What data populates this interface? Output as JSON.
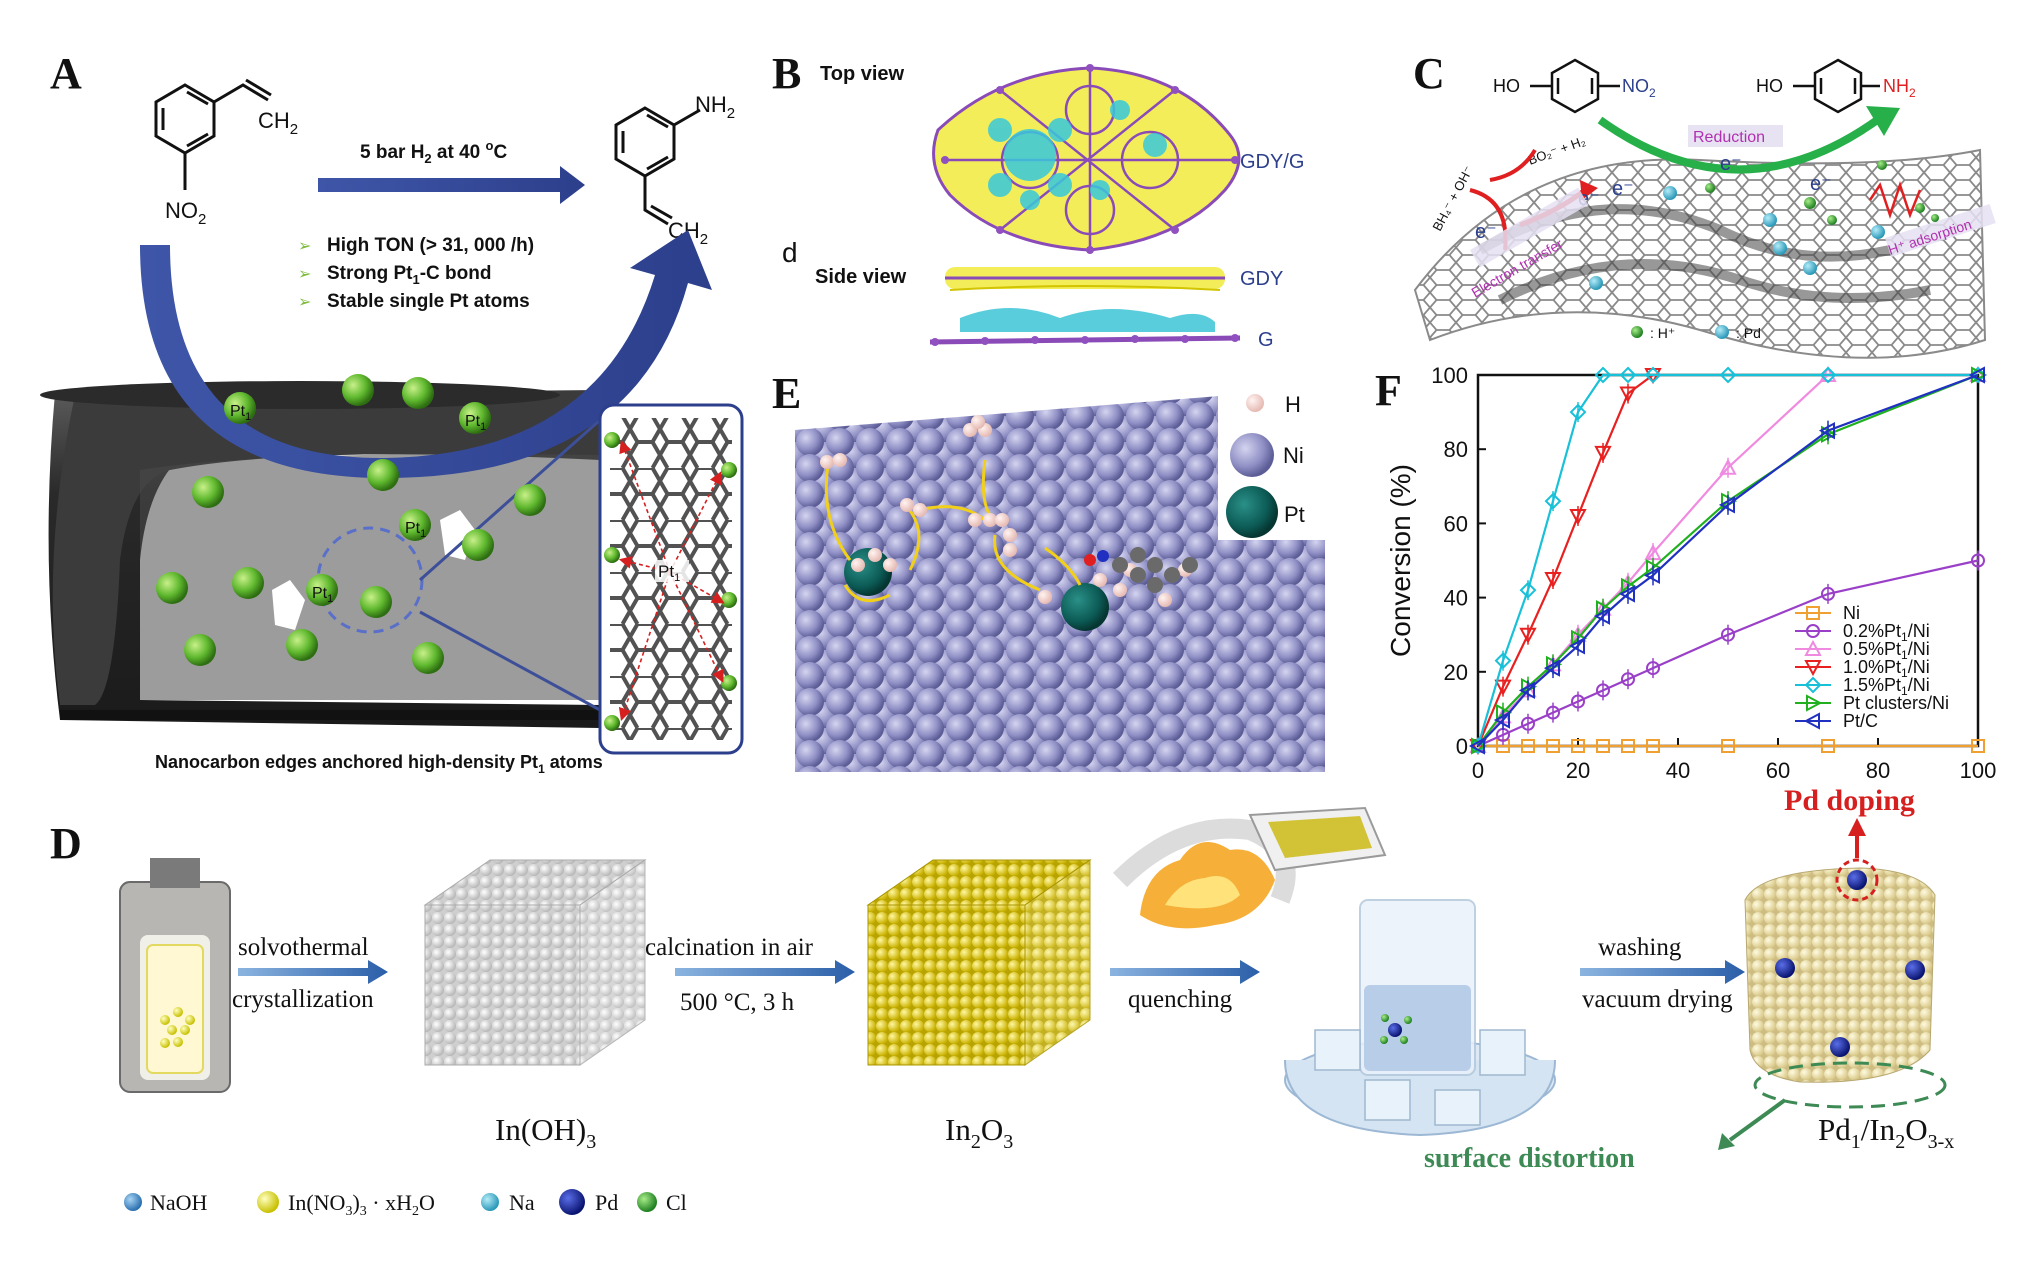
{
  "panels": {
    "A": {
      "letter": "A",
      "reactant_sub1": "CH",
      "reactant_sub1_idx": "2",
      "reactant_sub2": "NO",
      "reactant_sub2_idx": "2",
      "conditions_main": "5 bar H",
      "conditions_idx": "2",
      "conditions_tail": " at 40 ",
      "conditions_unit_sup": "o",
      "conditions_unit": "C",
      "product_sub1": "NH",
      "product_sub1_idx": "2",
      "product_sub2": "CH",
      "product_sub2_idx": "2",
      "bullets": [
        {
          "pre": "High TON (> 31, 000 /h)",
          "sub": "",
          "post": ""
        },
        {
          "pre": "Strong Pt",
          "sub": "1",
          "post": "-C bond"
        },
        {
          "pre": "Stable single Pt atoms",
          "sub": "",
          "post": ""
        }
      ],
      "pt_label": "Pt",
      "pt_label_idx": "1",
      "caption_pre": "Nanocarbon edges anchored high-density Pt",
      "caption_idx": "1",
      "caption_post": " atoms"
    },
    "B": {
      "letter": "B",
      "top_view": "Top view",
      "side_view": "Side view",
      "d_label": "d",
      "gdy_g": "GDY/G",
      "gdy": "GDY",
      "g": "G"
    },
    "C": {
      "letter": "C",
      "reactant_ho": "HO",
      "reactant_group": "NO",
      "reactant_idx": "2",
      "product_ho": "HO",
      "product_group": "NH",
      "product_idx": "2",
      "reduction": "Reduction",
      "electron_transfer": "Electron transfer",
      "h_adsorption": "H⁺ adsorption",
      "bh4": "BH₄⁻ + OH⁻",
      "bo2": "BO₂⁻ + H₂",
      "electron": "e⁻",
      "legend_h": ": H⁺",
      "legend_pd": ": Pd"
    },
    "D": {
      "letter": "D",
      "step1_line1": "solvothermal",
      "step1_line2": "crystallization",
      "step2_line1": "calcination in air",
      "step2_line2": "500 °C, 3 h",
      "step3": "quenching",
      "step4_line1": "washing",
      "step4_line2": "vacuum drying",
      "inoh3_pre": "In(OH)",
      "inoh3_idx": "3",
      "in2o3_pre": "In",
      "in2o3_idx1": "2",
      "in2o3_mid": "O",
      "in2o3_idx2": "3",
      "product_pre": "Pd",
      "product_idx1": "1",
      "product_mid": "/In",
      "product_idx2": "2",
      "product_mid2": "O",
      "product_idx3": "3-x",
      "pd_doping": "Pd doping",
      "surface_distortion": "surface distortion",
      "legend": [
        {
          "label": "NaOH",
          "color": "#3f8fd0"
        },
        {
          "label": "In(NO3)3 · xH2O",
          "color": "#e3de2a"
        },
        {
          "label": "Na",
          "color": "#4fb7d4"
        },
        {
          "label": "Pd",
          "color": "#12209a"
        },
        {
          "label": "Cl",
          "color": "#32a83a"
        }
      ],
      "legend_in_pre": "In(NO",
      "legend_in_idx1": "3",
      "legend_in_mid": ")",
      "legend_in_idx2": "3",
      "legend_in_post": " · xH",
      "legend_in_idx3": "2",
      "legend_in_end": "O"
    },
    "E": {
      "letter": "E",
      "legend": [
        {
          "label": "H",
          "color": "#f3d4cf"
        },
        {
          "label": "Ni",
          "color": "#9c9ccf"
        },
        {
          "label": "Pt",
          "color": "#0c5a55"
        }
      ]
    },
    "F": {
      "letter": "F"
    }
  },
  "chart_data": {
    "type": "line",
    "ylabel": "Conversion (%)",
    "xlabel": "",
    "xlim": [
      0,
      100
    ],
    "ylim": [
      0,
      100
    ],
    "xticks": [
      0,
      20,
      40,
      60,
      80,
      100
    ],
    "yticks": [
      0,
      20,
      40,
      60,
      80,
      100
    ],
    "legend_position": "bottom-right",
    "series": [
      {
        "name": "Ni",
        "label_pre": "Ni",
        "label_sub": "",
        "label_post": "",
        "color": "#f0a030",
        "marker": "square",
        "x": [
          0,
          5,
          10,
          15,
          20,
          25,
          30,
          35,
          50,
          70,
          100
        ],
        "y": [
          0,
          0,
          0,
          0,
          0,
          0,
          0,
          0,
          0,
          0,
          0
        ]
      },
      {
        "name": "0.2%Pt1/Ni",
        "label_pre": "0.2%Pt",
        "label_sub": "1",
        "label_post": "/Ni",
        "color": "#9a40c8",
        "marker": "circle",
        "x": [
          0,
          5,
          10,
          15,
          20,
          25,
          30,
          35,
          50,
          70,
          100
        ],
        "y": [
          0,
          3,
          6,
          9,
          12,
          15,
          18,
          21,
          30,
          41,
          50
        ]
      },
      {
        "name": "0.5%Pt1/Ni",
        "label_pre": "0.5%Pt",
        "label_sub": "1",
        "label_post": "/Ni",
        "color": "#f08ae0",
        "marker": "triangle-up",
        "x": [
          0,
          5,
          10,
          15,
          20,
          25,
          30,
          35,
          50,
          70,
          100
        ],
        "y": [
          0,
          8,
          15,
          22,
          30,
          37,
          44,
          52,
          75,
          100,
          100
        ]
      },
      {
        "name": "1.0%Pt1/Ni",
        "label_pre": "1.0%Pt",
        "label_sub": "1",
        "label_post": "/Ni",
        "color": "#e82020",
        "marker": "triangle-down",
        "x": [
          0,
          5,
          10,
          15,
          20,
          25,
          30,
          35
        ],
        "y": [
          0,
          16,
          30,
          45,
          62,
          79,
          95,
          100
        ]
      },
      {
        "name": "1.5%Pt1/Ni",
        "label_pre": "1.5%Pt",
        "label_sub": "1",
        "label_post": "/Ni",
        "color": "#18c0d8",
        "marker": "diamond",
        "x": [
          0,
          5,
          10,
          15,
          20,
          25,
          30,
          35,
          50,
          70,
          100
        ],
        "y": [
          0,
          23,
          42,
          66,
          90,
          100,
          100,
          100,
          100,
          100,
          100
        ]
      },
      {
        "name": "Pt clusters/Ni",
        "label_pre": "Pt clusters/Ni",
        "label_sub": "",
        "label_post": "",
        "color": "#20b020",
        "marker": "triangle-right",
        "x": [
          0,
          5,
          10,
          15,
          20,
          25,
          30,
          35,
          50,
          70,
          100
        ],
        "y": [
          0,
          9,
          16,
          22,
          29,
          37,
          43,
          48,
          66,
          84,
          100
        ]
      },
      {
        "name": "Pt/C",
        "label_pre": "Pt/C",
        "label_sub": "",
        "label_post": "",
        "color": "#2030c0",
        "marker": "triangle-left",
        "x": [
          0,
          5,
          10,
          15,
          20,
          25,
          30,
          35,
          50,
          70,
          100
        ],
        "y": [
          0,
          7,
          15,
          21,
          27,
          35,
          41,
          46,
          65,
          85,
          100
        ]
      }
    ]
  }
}
